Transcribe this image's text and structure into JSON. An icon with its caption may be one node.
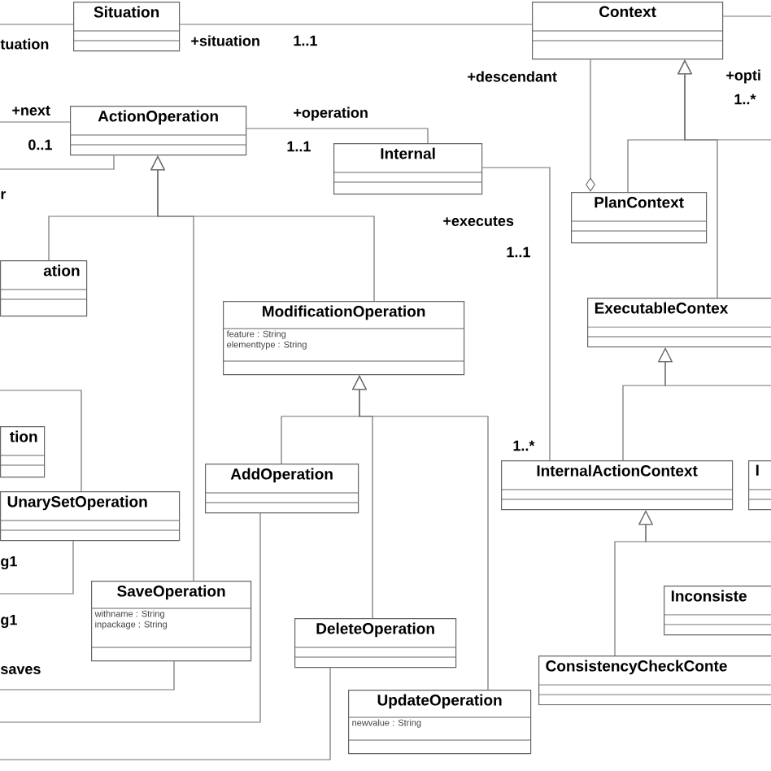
{
  "diagram": {
    "nodes": [
      {
        "text": [
          "Situation"
        ]
      },
      {
        "text": [
          "Context"
        ]
      },
      {
        "text": [
          "ActionOperation"
        ]
      },
      {
        "text": [
          "Internal"
        ]
      },
      {
        "text": [
          "PlanContext"
        ]
      },
      {
        "text": [
          "ation"
        ]
      },
      {
        "text": [
          "ModificationOperation",
          "feature : String",
          "elementtype : String"
        ]
      },
      {
        "text": [
          "ExecutableContex"
        ]
      },
      {
        "text": [
          "tion"
        ]
      },
      {
        "text": [
          "AddOperation"
        ]
      },
      {
        "text": [
          "InternalActionContext"
        ]
      },
      {
        "text": [
          "I"
        ]
      },
      {
        "text": [
          "UnarySetOperation"
        ]
      },
      {
        "text": [
          "SaveOperation",
          "withname : String",
          "inpackage : String"
        ]
      },
      {
        "text": [
          "Inconsiste"
        ]
      },
      {
        "text": [
          "DeleteOperation"
        ]
      },
      {
        "text": [
          "ConsistencyCheckConte"
        ]
      },
      {
        "text": [
          "UpdateOperation",
          "newvalue : String"
        ]
      }
    ],
    "edges": [
      {
        "from": null,
        "to": 0,
        "arrow": "none"
      },
      {
        "from": 0,
        "to": 1,
        "arrow": "none"
      },
      {
        "from": 1,
        "to": null,
        "arrow": "none"
      },
      {
        "from": 1,
        "to": 4,
        "arrow": "other"
      },
      {
        "from": 4,
        "to": 1,
        "arrow": "to"
      },
      {
        "from": 7,
        "to": 1,
        "arrow": "to"
      },
      {
        "from": null,
        "to": 1,
        "arrow": "to"
      },
      {
        "from": null,
        "to": 2,
        "arrow": "none"
      },
      {
        "from": 2,
        "to": null,
        "arrow": "none"
      },
      {
        "from": 2,
        "to": 3,
        "arrow": "none"
      },
      {
        "from": 3,
        "to": 10,
        "arrow": "none"
      },
      {
        "from": 5,
        "to": 2,
        "arrow": "to"
      },
      {
        "from": 13,
        "to": 2,
        "arrow": "to"
      },
      {
        "from": 6,
        "to": 2,
        "arrow": "to"
      },
      {
        "from": null,
        "to": 12,
        "arrow": "none"
      },
      {
        "from": 9,
        "to": 6,
        "arrow": "to"
      },
      {
        "from": 15,
        "to": 6,
        "arrow": "to"
      },
      {
        "from": 17,
        "to": 6,
        "arrow": "to"
      },
      {
        "from": 12,
        "to": null,
        "arrow": "none"
      },
      {
        "from": 13,
        "to": null,
        "arrow": "none"
      },
      {
        "from": 9,
        "to": null,
        "arrow": "none"
      },
      {
        "from": 15,
        "to": null,
        "arrow": "none"
      },
      {
        "from": 10,
        "to": 7,
        "arrow": "to"
      },
      {
        "from": null,
        "to": 7,
        "arrow": "to"
      },
      {
        "from": 16,
        "to": 10,
        "arrow": "to"
      },
      {
        "from": null,
        "to": 10,
        "arrow": "to"
      }
    ],
    "labels": [
      "tuation",
      "+situation",
      "1..1",
      "+descendant",
      "+opti",
      "1..*",
      "+next",
      "+operation",
      "0..1",
      "1..1",
      "r",
      "+executes",
      "1..1",
      "1..*",
      "g1",
      "g1",
      "saves"
    ]
  }
}
